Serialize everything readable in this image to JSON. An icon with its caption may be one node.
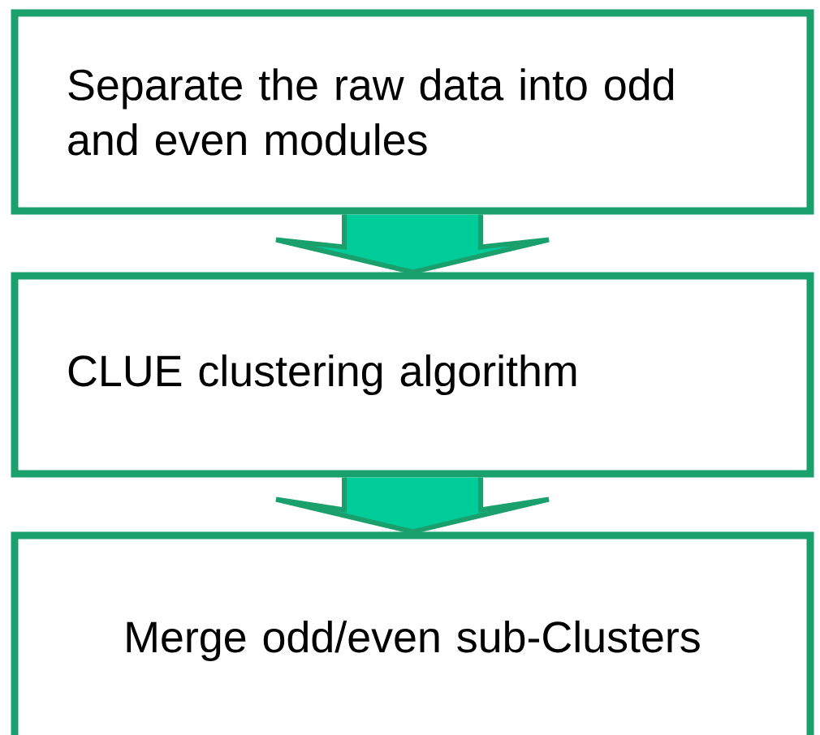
{
  "diagram": {
    "nodes": [
      {
        "text": [
          "Separate the raw data into odd and even modules"
        ]
      },
      {
        "text": [
          "CLUE clustering algorithm"
        ]
      },
      {
        "text": [
          "Merge odd/even sub-Clusters"
        ]
      }
    ],
    "edges": [
      {
        "from": 0,
        "to": 1,
        "arrow": "to"
      },
      {
        "from": 1,
        "to": 2,
        "arrow": "to"
      }
    ]
  }
}
